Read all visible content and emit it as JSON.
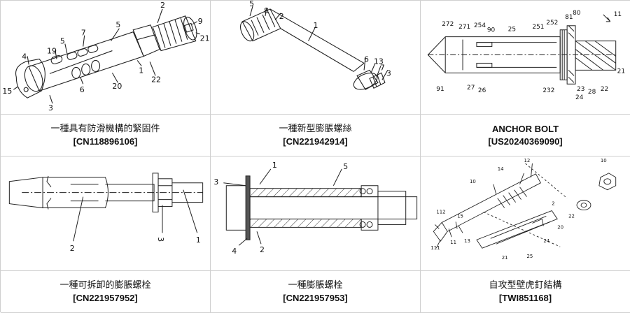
{
  "patents": [
    {
      "title": "一種具有防滑機構的緊固件",
      "number": "[CN118896106]",
      "labels": [
        "2",
        "9",
        "21",
        "5",
        "7",
        "5",
        "19",
        "4",
        "15",
        "3",
        "6",
        "20",
        "1",
        "22"
      ]
    },
    {
      "title": "一種新型膨脹螺絲",
      "number": "[CN221942914]",
      "labels": [
        "5",
        "8",
        "2",
        "1",
        "6",
        "13",
        "7",
        "3"
      ]
    },
    {
      "title": "ANCHOR BOLT",
      "number": "[US20240369090]",
      "labels": [
        "11",
        "81",
        "80",
        "272",
        "271",
        "254",
        "90",
        "25",
        "251",
        "252",
        "91",
        "27",
        "26",
        "232",
        "23",
        "24",
        "28",
        "21",
        "22"
      ]
    },
    {
      "title": "一種可拆卸的膨脹螺栓",
      "number": "[CN221957952]",
      "labels": [
        "2",
        "3",
        "1"
      ]
    },
    {
      "title": "一種膨脹螺栓",
      "number": "[CN221957953]",
      "labels": [
        "3",
        "1",
        "5",
        "4",
        "2"
      ]
    },
    {
      "title": "自攻型壁虎釘結構",
      "number": "[TWI851168]",
      "labels": [
        "12",
        "10",
        "14",
        "10",
        "112",
        "15",
        "111",
        "11",
        "13",
        "2",
        "22",
        "24",
        "25",
        "20",
        "21"
      ]
    }
  ]
}
